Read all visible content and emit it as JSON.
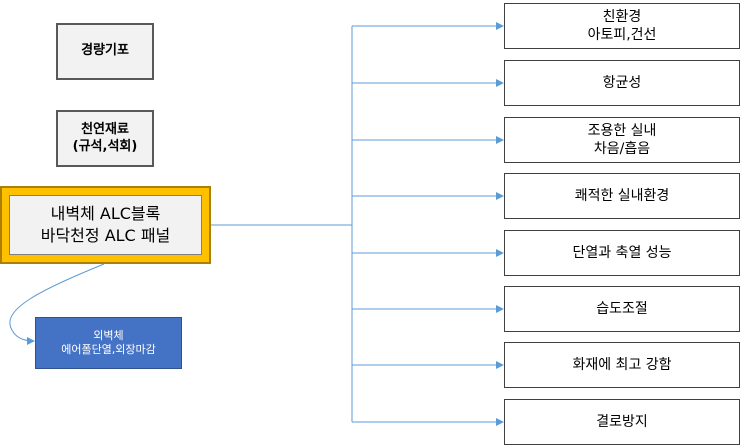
{
  "nodes": {
    "lightweight": "경량기포",
    "natural": "천연재료\n(규석,석회)",
    "main": "내벽체 ALC블록\n바닥천정 ALC 패널",
    "exterior": "외벽체\n에어폴단열,외장마감"
  },
  "benefits": [
    "친환경\n아토피,건선",
    "항균성",
    "조용한 실내\n차음/흡음",
    "쾌적한 실내환경",
    "단열과 축열 성능",
    "습도조절",
    "화재에 최고 강함",
    "결로방지"
  ],
  "colors": {
    "highlight": "#ffc000",
    "exterior_fill": "#4472c4",
    "connector": "#5b9bd5"
  }
}
